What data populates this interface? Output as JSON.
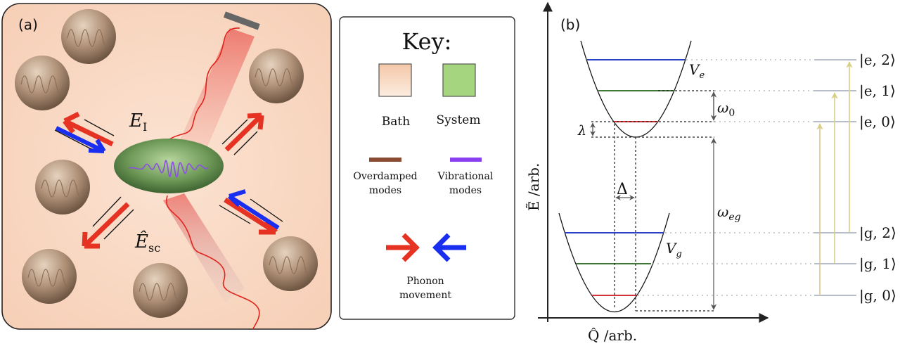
{
  "panel_a": {
    "label": "(a)",
    "incident_field_label": "E",
    "incident_field_sub": "I",
    "scattered_field_label": "Ê",
    "scattered_field_sub": "sc"
  },
  "key": {
    "title": "Key:",
    "bath_label": "Bath",
    "system_label": "System",
    "overdamped_label_line1": "Overdamped",
    "overdamped_label_line2": "modes",
    "vibrational_label_line1": "Vibrational",
    "vibrational_label_line2": "modes",
    "phonon_label_line1": "Phonon",
    "phonon_label_line2": "movement",
    "colors": {
      "bath": "#f6d2bb",
      "system": "#a5d67f",
      "overdamped": "#8b4a32",
      "vibrational": "#8a3ff0",
      "phonon_out": "#e53223",
      "phonon_in": "#1a2ef0"
    }
  },
  "panel_b": {
    "label": "(b)",
    "y_axis_label": "Ẽ /arb.",
    "x_axis_label": "Q̂ /arb.",
    "excited_potential": "V",
    "excited_potential_sub": "e",
    "ground_potential": "V",
    "ground_potential_sub": "g",
    "omega0": "ω",
    "omega0_sub": "0",
    "omega_eg": "ω",
    "omega_eg_sub": "eg",
    "lambda": "λ",
    "delta": "Δ",
    "states": [
      "|e, 2⟩",
      "|e, 1⟩",
      "|e, 0⟩",
      "|g, 2⟩",
      "|g, 1⟩",
      "|g, 0⟩"
    ],
    "colors": {
      "level_2": "#2a3fc8",
      "level_1": "#3e7a35",
      "level_0": "#d0343a",
      "transition": "#d9cf86"
    }
  }
}
